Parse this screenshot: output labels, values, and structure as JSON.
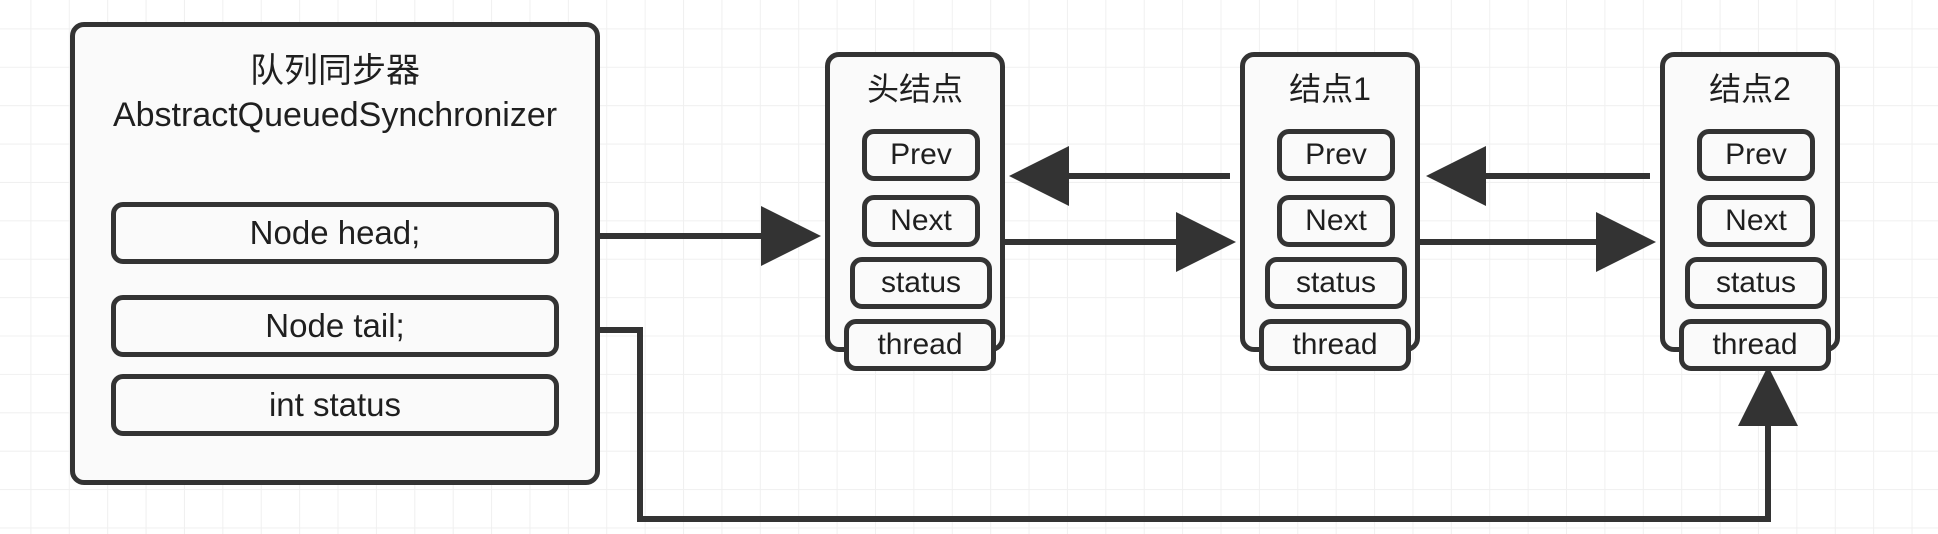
{
  "diagram": {
    "title": "AbstractQueuedSynchronizer node queue diagram",
    "colors": {
      "stroke": "#333333",
      "fill": "#fafafa",
      "grid": "#f0f0f0",
      "text": "#1f1f1f",
      "background": "#ffffff"
    },
    "aqs": {
      "title": "队列同步器\nAbstractQueuedSynchronizer",
      "title_line1": "队列同步器",
      "title_line2": "AbstractQueuedSynchronizer",
      "fields": [
        {
          "label": "Node head;"
        },
        {
          "label": "Node tail;"
        },
        {
          "label": "int status"
        }
      ]
    },
    "nodes": [
      {
        "title": "头结点",
        "slots": [
          {
            "label": "Prev"
          },
          {
            "label": "Next"
          },
          {
            "label": "status"
          },
          {
            "label": "thread"
          }
        ]
      },
      {
        "title": "结点1",
        "slots": [
          {
            "label": "Prev"
          },
          {
            "label": "Next"
          },
          {
            "label": "status"
          },
          {
            "label": "thread"
          }
        ]
      },
      {
        "title": "结点2",
        "slots": [
          {
            "label": "Prev"
          },
          {
            "label": "Next"
          },
          {
            "label": "status"
          },
          {
            "label": "thread"
          }
        ]
      }
    ],
    "connectors": [
      {
        "name": "head-to-head-node",
        "from": "Node head;",
        "to": "头结点",
        "direction": "right"
      },
      {
        "name": "tail-to-node2",
        "from": "Node tail;",
        "to": "结点2",
        "direction": "up"
      },
      {
        "name": "node1-prev-to-head-node",
        "from": "结点1.Prev",
        "to": "头结点",
        "direction": "left"
      },
      {
        "name": "node2-prev-to-node1",
        "from": "结点2.Prev",
        "to": "结点1",
        "direction": "left"
      },
      {
        "name": "head-node-next-to-node1",
        "from": "头结点.Next",
        "to": "结点1",
        "direction": "right"
      },
      {
        "name": "node1-next-to-node2",
        "from": "结点1.Next",
        "to": "结点2",
        "direction": "right"
      }
    ]
  }
}
